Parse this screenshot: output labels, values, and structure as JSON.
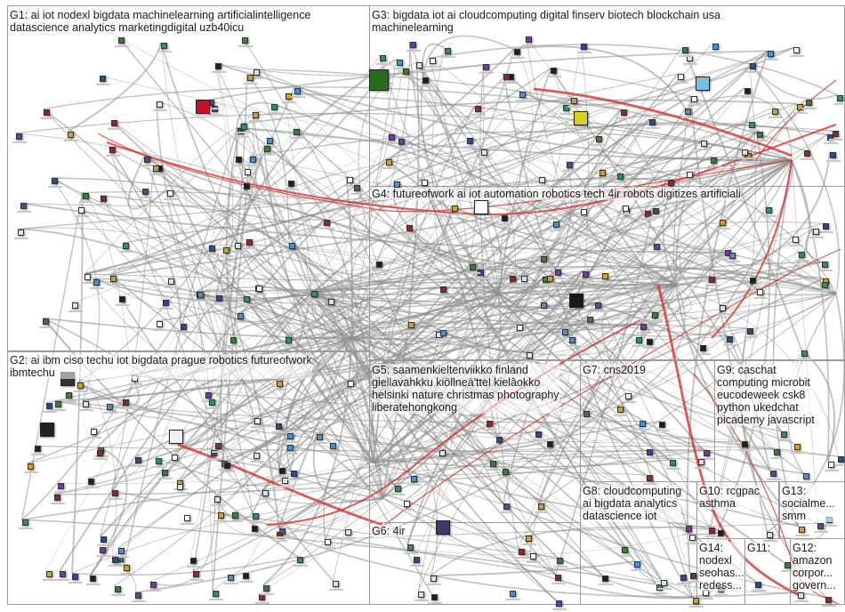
{
  "groups": [
    {
      "id": "G1",
      "label": "G1: ai iot nodexl bigdata machinelearning artificialintelligence\ndatascience analytics marketingdigital uzb40icu"
    },
    {
      "id": "G2",
      "label": "G2: ai ibm ciso techu iot bigdata prague robotics futureofwork\nibmtechu"
    },
    {
      "id": "G3",
      "label": "G3: bigdata iot ai cloudcomputing digital finserv biotech blockchain usa\nmachinelearning"
    },
    {
      "id": "G4",
      "label": "G4: futureofwork ai iot automation robotics tech 4ir robots digitizes artificiali"
    },
    {
      "id": "G5",
      "label": "G5: saamenkieltenviikko finland\ngiellavahkku kiöllneä'ttel kielâokko\nhelsinki nature christmas photography\nliberatehongkong"
    },
    {
      "id": "G6",
      "label": "G6: 4ir"
    },
    {
      "id": "G7",
      "label": "G7: cns2019"
    },
    {
      "id": "G8",
      "label": "G8: cloudcomputing\nai bigdata analytics\ndatascience iot"
    },
    {
      "id": "G9",
      "label": "G9: caschat\ncomputing microbit\neucodeweek csk8\npython ukedchat\npicademy javascript"
    },
    {
      "id": "G10",
      "label": "G10: rcgpac\nasthma"
    },
    {
      "id": "G11",
      "label": "G11:"
    },
    {
      "id": "G12",
      "label": "G12:\namazon\ncorpor...\ngovern..."
    },
    {
      "id": "G13",
      "label": "G13:\nsocialme...\nsmm"
    },
    {
      "id": "G14",
      "label": "G14:\nnodexl\nseohas...\nredess..."
    }
  ],
  "colors": {
    "edge_gray": "#8c8c8c",
    "edge_red": "#d9302c",
    "box_border": "#9a9a9a",
    "background": "#ffffff"
  }
}
